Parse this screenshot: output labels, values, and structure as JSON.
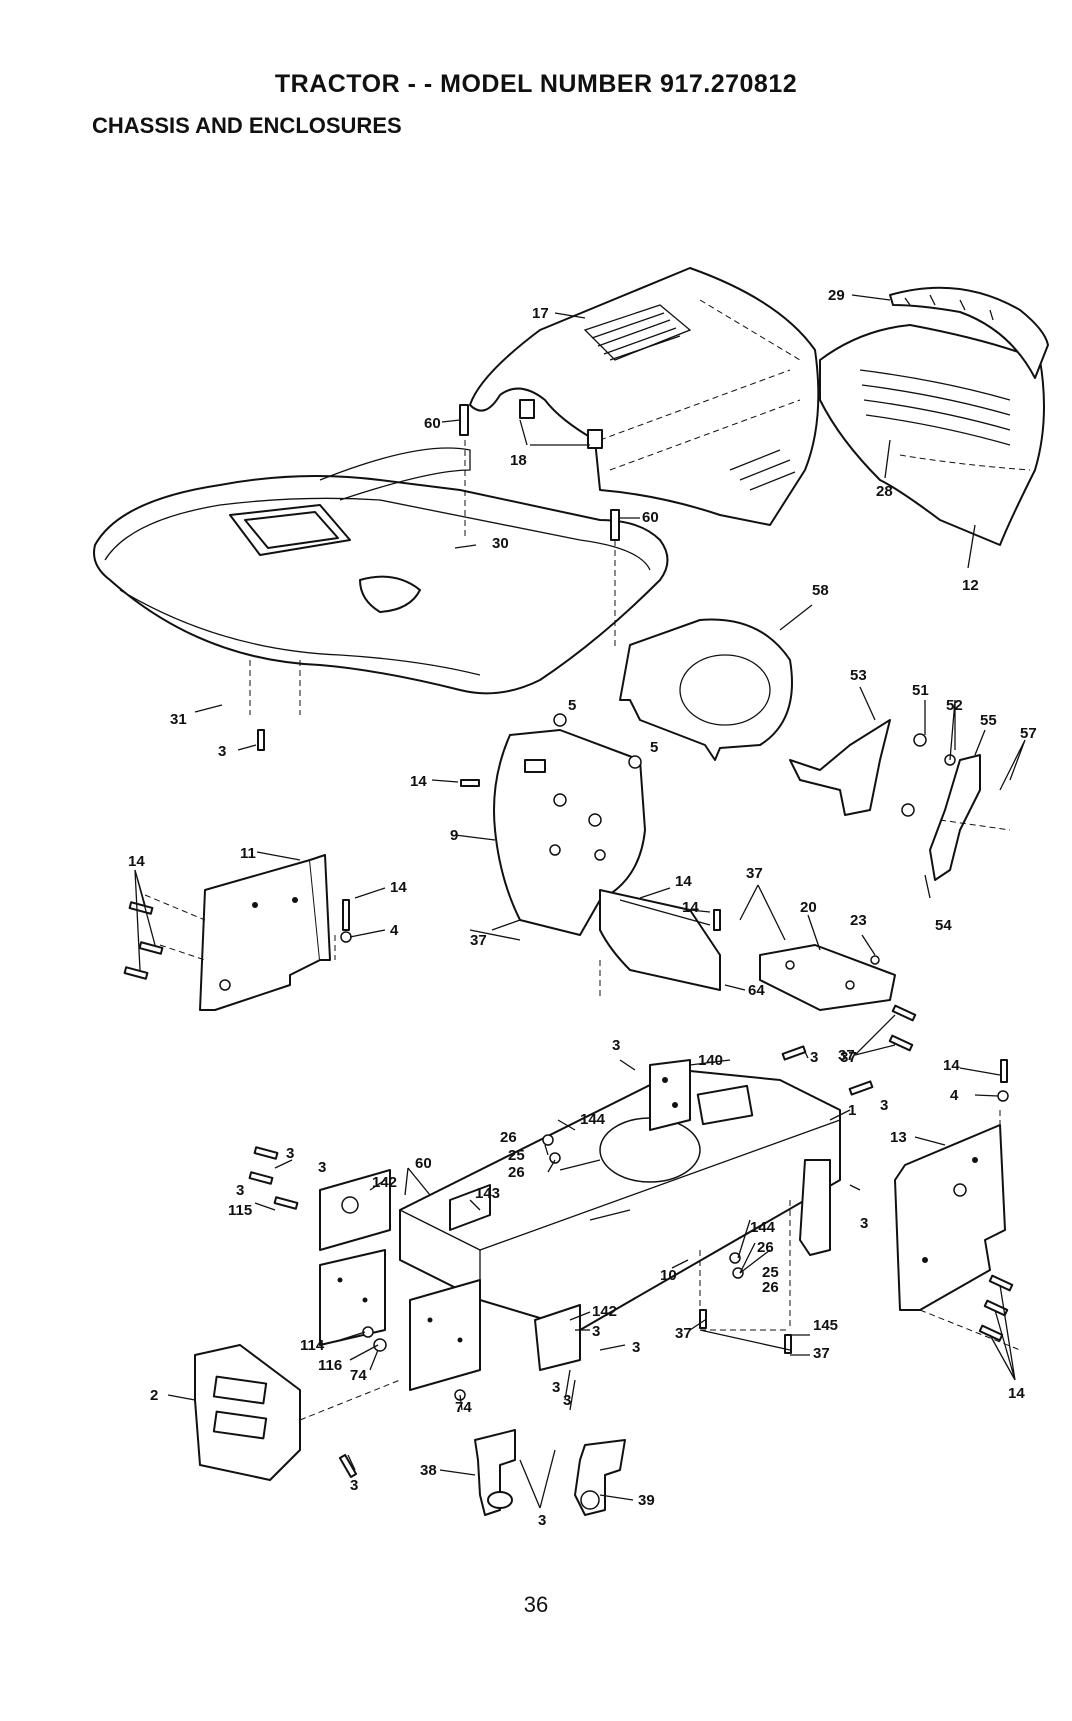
{
  "header": {
    "title": "TRACTOR - - MODEL NUMBER 917.270812",
    "subtitle": "CHASSIS AND ENCLOSURES"
  },
  "footer": {
    "page_number": "36"
  },
  "callouts": [
    "17",
    "29",
    "60",
    "18",
    "28",
    "60",
    "30",
    "12",
    "58",
    "53",
    "51",
    "52",
    "55",
    "57",
    "31",
    "3",
    "5",
    "5",
    "14",
    "9",
    "54",
    "11",
    "14",
    "14",
    "4",
    "14",
    "37",
    "14",
    "37",
    "20",
    "23",
    "64",
    "37",
    "3",
    "140",
    "3",
    "37",
    "14",
    "4",
    "3",
    "144",
    "26",
    "1",
    "13",
    "3",
    "3",
    "60",
    "142",
    "25",
    "26",
    "3",
    "143",
    "115",
    "3",
    "144",
    "26",
    "25",
    "26",
    "10",
    "142",
    "3",
    "114",
    "3",
    "116",
    "74",
    "3",
    "37",
    "145",
    "37",
    "3",
    "74",
    "2",
    "14",
    "38",
    "3",
    "39",
    "3"
  ]
}
